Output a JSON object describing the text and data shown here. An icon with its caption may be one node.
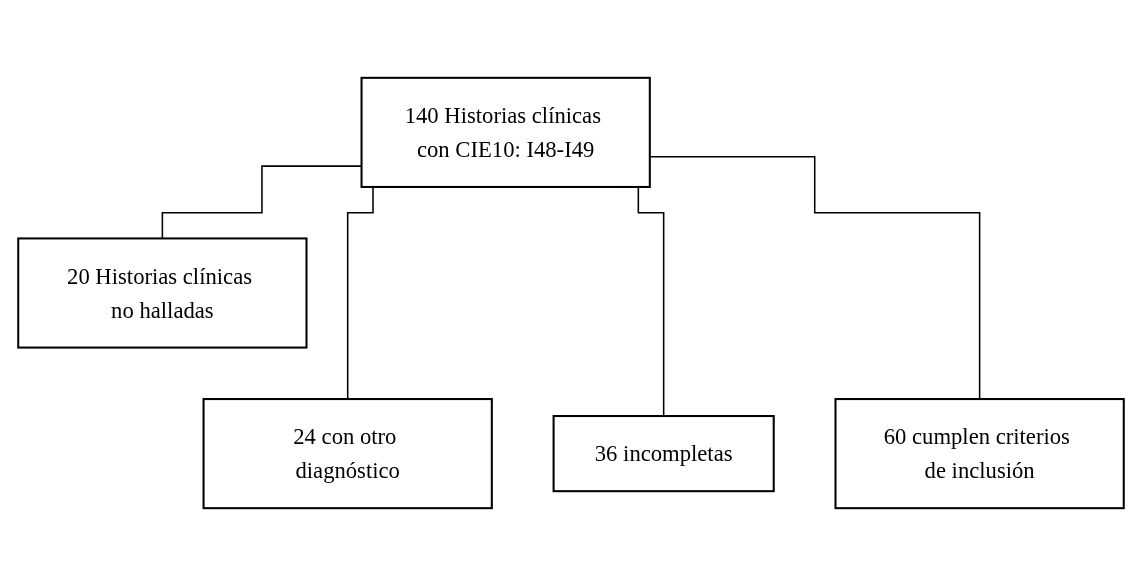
{
  "diagram": {
    "nodes": [
      {
        "text": [
          "140 Historias clínicas con CIE10: I48-I49"
        ]
      },
      {
        "text": [
          "20 Historias clínicas no halladas"
        ]
      },
      {
        "text": [
          "24 con otro diagnóstico"
        ]
      },
      {
        "text": [
          "36 incompletas"
        ]
      },
      {
        "text": [
          "60 cumplen criterios de inclusión"
        ]
      }
    ],
    "edges": [
      {
        "from": 0,
        "to": 1,
        "arrow": "none"
      },
      {
        "from": 0,
        "to": 2,
        "arrow": "none"
      },
      {
        "from": 0,
        "to": 3,
        "arrow": "none"
      },
      {
        "from": 0,
        "to": 4,
        "arrow": "none"
      }
    ]
  }
}
